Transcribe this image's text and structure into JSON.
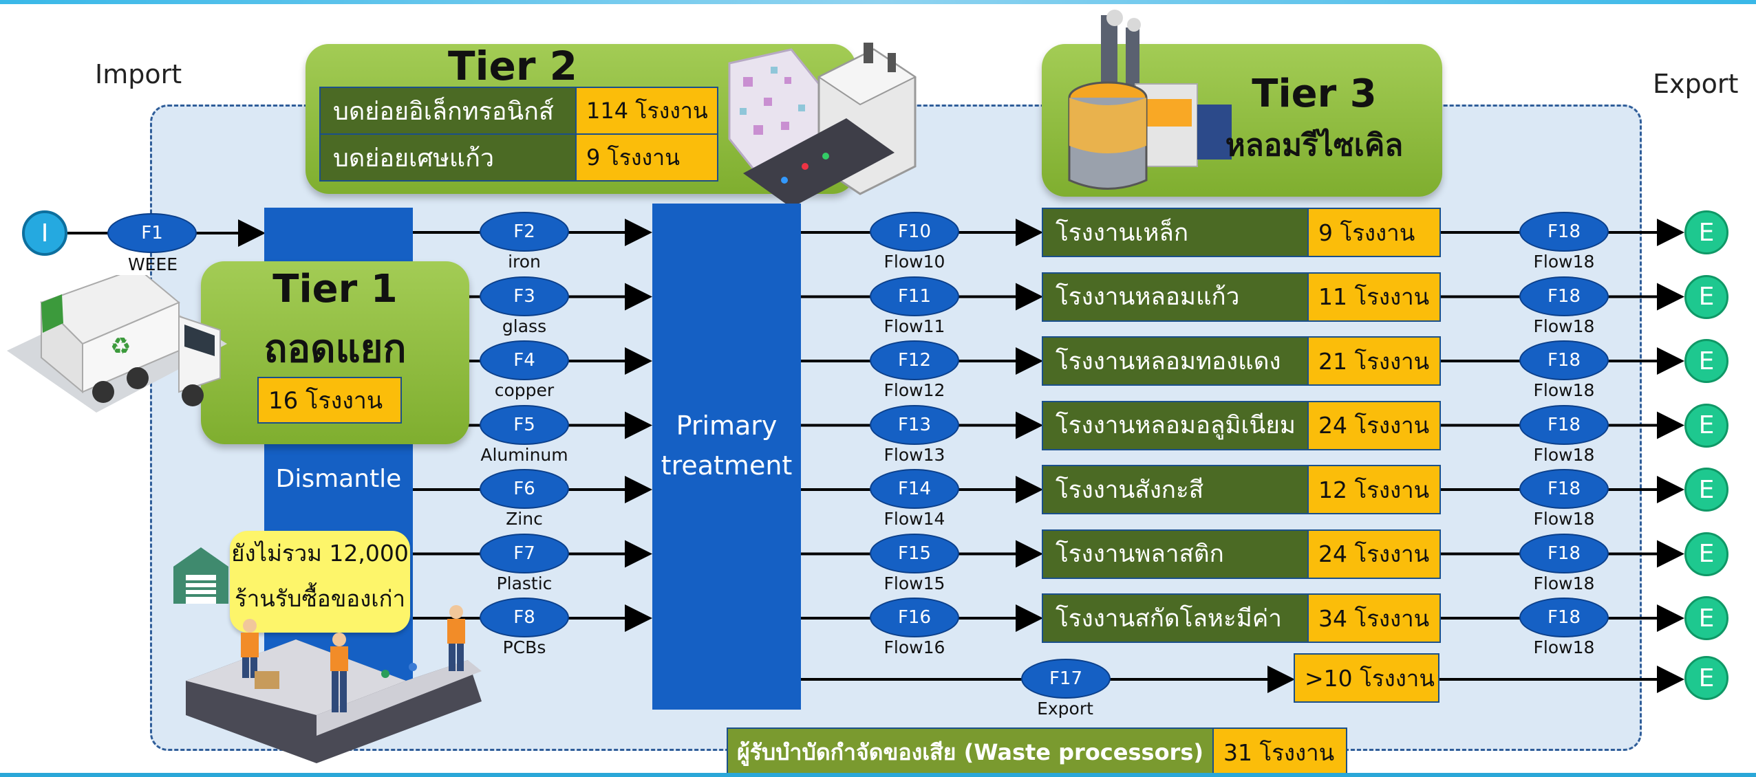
{
  "labels": {
    "import": "Import",
    "export": "Export"
  },
  "tier2": {
    "title": "Tier 2",
    "rows": [
      {
        "name": "บดย่อยอิเล็กทรอนิกส์",
        "count": "114 โรงงาน"
      },
      {
        "name": "บดย่อยเศษแก้ว",
        "count": "9 โรงงาน"
      }
    ]
  },
  "tier3": {
    "title": "Tier 3",
    "subtitle": "หลอมรีไซเคิล"
  },
  "tier1": {
    "title": "Tier 1",
    "subtitle": "ถอดแยก",
    "count": "16 โรงงาน"
  },
  "import_node": {
    "symbol": "I"
  },
  "f1": {
    "id": "F1",
    "label": "WEEE"
  },
  "dismantle": {
    "label": "Dismantle"
  },
  "primary": {
    "label": "Primary treatment"
  },
  "note": {
    "line1": "ยังไม่รวม 12,000",
    "line2": "ร้านรับซื้อของเก่า"
  },
  "input_flows": [
    {
      "id": "F2",
      "label": "iron"
    },
    {
      "id": "F3",
      "label": "glass"
    },
    {
      "id": "F4",
      "label": "copper"
    },
    {
      "id": "F5",
      "label": "Aluminum"
    },
    {
      "id": "F6",
      "label": "Zinc"
    },
    {
      "id": "F7",
      "label": "Plastic"
    },
    {
      "id": "F8",
      "label": "PCBs"
    }
  ],
  "output_flows": [
    {
      "id": "F10",
      "label": "Flow10",
      "plant": "โรงงานเหล็ก",
      "count": "9 โรงงาน",
      "export_id": "F18",
      "export_label": "Flow18",
      "export_symbol": "E"
    },
    {
      "id": "F11",
      "label": "Flow11",
      "plant": "โรงงานหลอมแก้ว",
      "count": "11 โรงงาน",
      "export_id": "F18",
      "export_label": "Flow18",
      "export_symbol": "E"
    },
    {
      "id": "F12",
      "label": "Flow12",
      "plant": "โรงงานหลอมทองแดง",
      "count": "21 โรงงาน",
      "export_id": "F18",
      "export_label": "Flow18",
      "export_symbol": "E"
    },
    {
      "id": "F13",
      "label": "Flow13",
      "plant": "โรงงานหลอมอลูมิเนียม",
      "count": "24 โรงงาน",
      "export_id": "F18",
      "export_label": "Flow18",
      "export_symbol": "E"
    },
    {
      "id": "F14",
      "label": "Flow14",
      "plant": "โรงงานสังกะสี",
      "count": "12 โรงงาน",
      "export_id": "F18",
      "export_label": "Flow18",
      "export_symbol": "E"
    },
    {
      "id": "F15",
      "label": "Flow15",
      "plant": "โรงงานพลาสติก",
      "count": "24 โรงงาน",
      "export_id": "F18",
      "export_label": "Flow18",
      "export_symbol": "E"
    },
    {
      "id": "F16",
      "label": "Flow16",
      "plant": "โรงงานสกัดโลหะมีค่า",
      "count": "34 โรงงาน",
      "export_id": "F18",
      "export_label": "Flow18",
      "export_symbol": "E"
    }
  ],
  "f17": {
    "id": "F17",
    "label": "Export",
    "count": ">10 โรงงาน",
    "export_symbol": "E"
  },
  "waste": {
    "label": "ผู้รับบำบัดกำจัดของเสีย (Waste processors)",
    "count": "31 โรงงาน"
  },
  "colors": {
    "flow_blue": "#1560c4",
    "tier_green": "#8dbb3e",
    "dark_green": "#4b6a24",
    "yellow": "#fbbd0a",
    "export_green": "#1ec88f",
    "import_blue": "#25a9e0"
  }
}
